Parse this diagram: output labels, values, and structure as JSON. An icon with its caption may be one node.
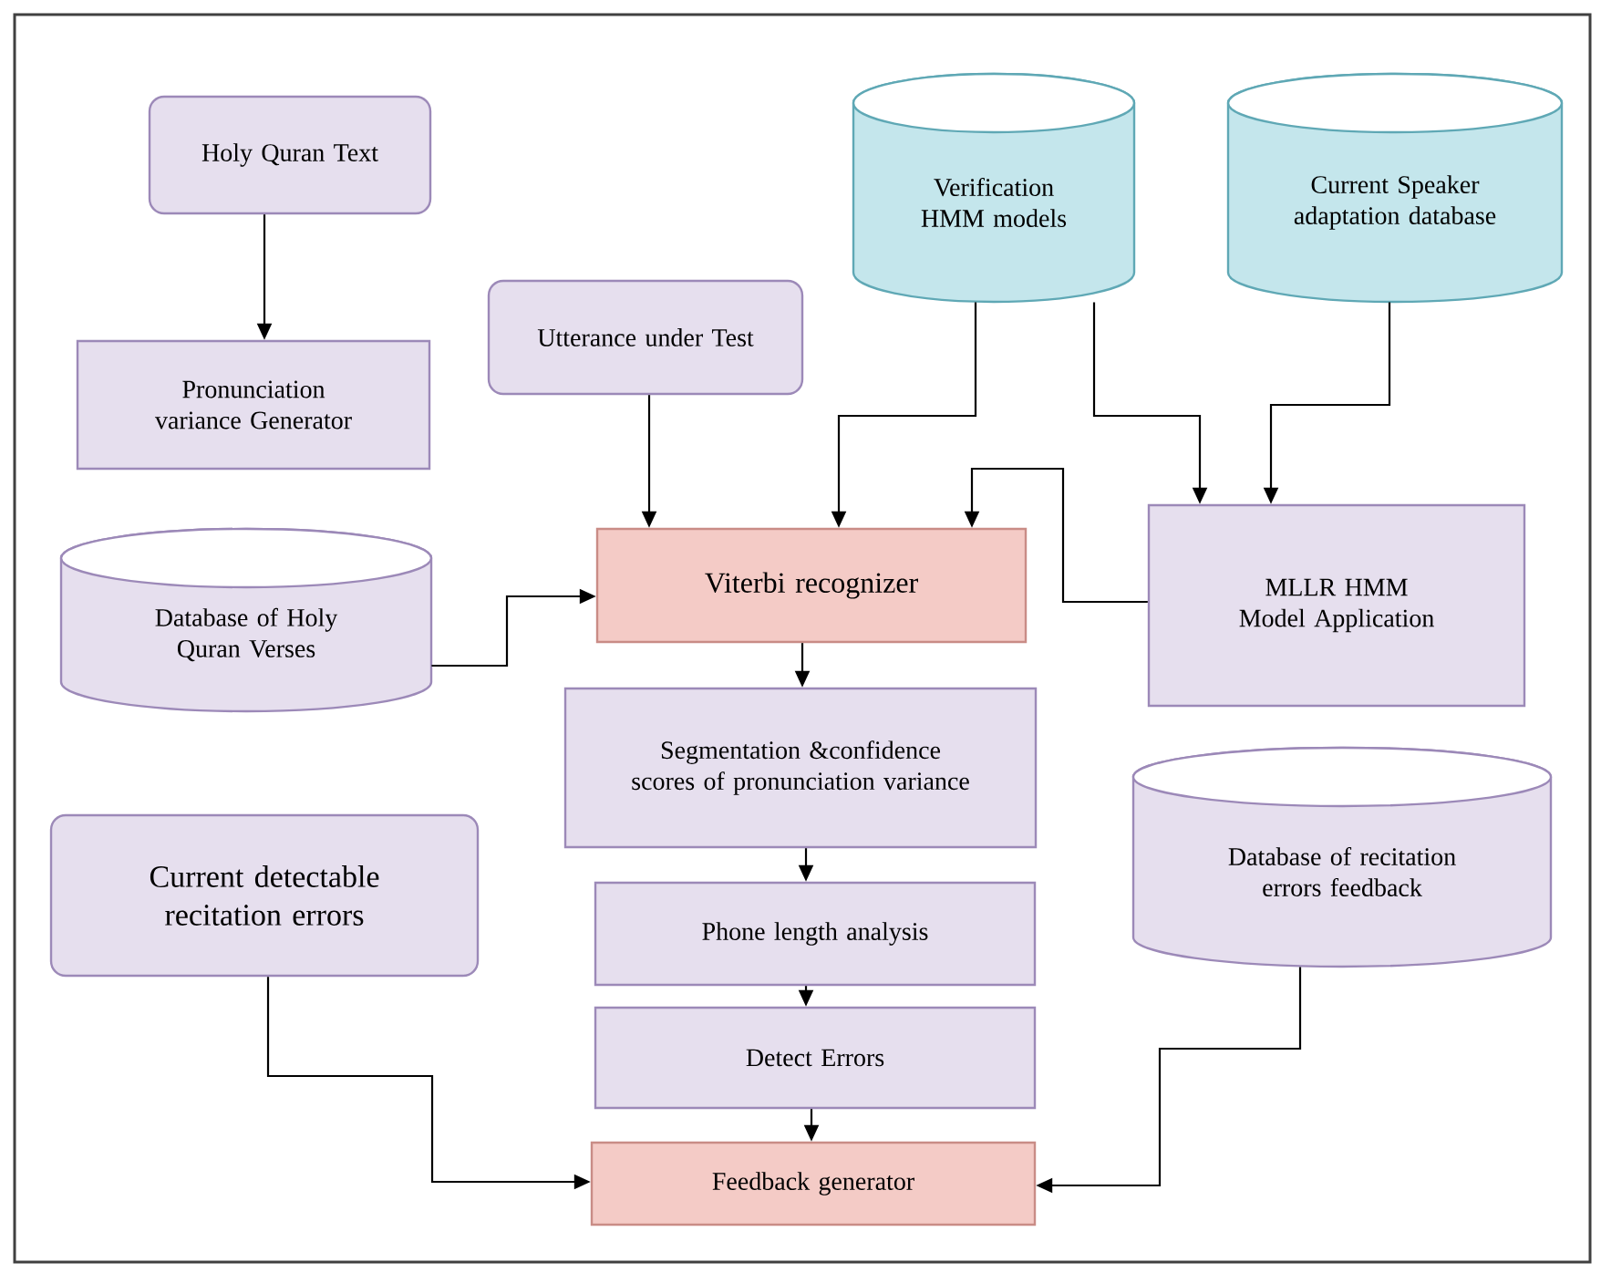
{
  "diagram": {
    "nodes": [
      {
        "text": [
          "Holy Quran Text"
        ]
      },
      {
        "text": [
          "Pronunciation variance Generator"
        ]
      },
      {
        "text": [
          "Utterance under Test"
        ]
      },
      {
        "text": [
          "Verification HMM models"
        ]
      },
      {
        "text": [
          "Current Speaker adaptation database"
        ]
      },
      {
        "text": [
          "Database of Holy Quran Verses"
        ]
      },
      {
        "text": [
          "Viterbi recognizer"
        ]
      },
      {
        "text": [
          "MLLR HMM Model Application"
        ]
      },
      {
        "text": [
          "Segmentation &confidence scores of pronunciation variance"
        ]
      },
      {
        "text": [
          "Current detectable recitation errors"
        ]
      },
      {
        "text": [
          "Database of recitation errors feedback"
        ]
      },
      {
        "text": [
          "Phone length analysis"
        ]
      },
      {
        "text": [
          "Detect Errors"
        ]
      },
      {
        "text": [
          "Feedback generator"
        ]
      }
    ],
    "edges": [
      {
        "from": 0,
        "to": 1,
        "arrow": "to"
      },
      {
        "from": 2,
        "to": 6,
        "arrow": "to"
      },
      {
        "from": 3,
        "to": 6,
        "arrow": "to"
      },
      {
        "from": 3,
        "to": 7,
        "arrow": "to"
      },
      {
        "from": 4,
        "to": 7,
        "arrow": "to"
      },
      {
        "from": 7,
        "to": 6,
        "arrow": "to"
      },
      {
        "from": 5,
        "to": 6,
        "arrow": "to"
      },
      {
        "from": 6,
        "to": 8,
        "arrow": "to"
      },
      {
        "from": 8,
        "to": 11,
        "arrow": "to"
      },
      {
        "from": 11,
        "to": 12,
        "arrow": "to"
      },
      {
        "from": 12,
        "to": 13,
        "arrow": "to"
      },
      {
        "from": 9,
        "to": 13,
        "arrow": "to"
      },
      {
        "from": 10,
        "to": 13,
        "arrow": "to"
      }
    ]
  }
}
